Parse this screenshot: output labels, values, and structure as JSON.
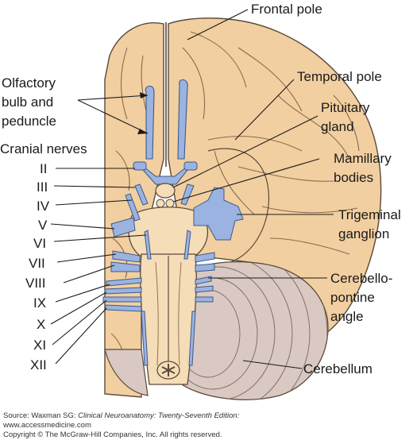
{
  "labels": {
    "frontal_pole": "Frontal pole",
    "olfactory_1": "Olfactory",
    "olfactory_2": "bulb and",
    "olfactory_3": "peduncle",
    "temporal_pole": "Temporal pole",
    "pituitary_1": "Pituitary",
    "pituitary_2": "gland",
    "cranial_nerves": "Cranial nerves",
    "mamillary_1": "Mamillary",
    "mamillary_2": "bodies",
    "trigeminal_1": "Trigeminal",
    "trigeminal_2": "ganglion",
    "cerebello_1": "Cerebello-",
    "cerebello_2": "pontine",
    "cerebello_3": "angle",
    "cerebellum": "Cerebellum"
  },
  "nerves": [
    "II",
    "III",
    "IV",
    "V",
    "VI",
    "VII",
    "VIII",
    "IX",
    "X",
    "XI",
    "XII"
  ],
  "footer": {
    "source_prefix": "Source: Waxman SG: ",
    "source_title": "Clinical Neuroanatomy: Twenty-Seventh Edition:",
    "website": "www.accessmedicine.com",
    "copyright": "Copyright © The McGraw-Hill Companies, Inc. All rights reserved."
  },
  "colors": {
    "brain": "#F2CFA0",
    "brain_outline": "#5a4a3a",
    "nerve": "#9BB3E0",
    "cerebellum": "#D9C9C2",
    "text": "#1a1a1a"
  }
}
